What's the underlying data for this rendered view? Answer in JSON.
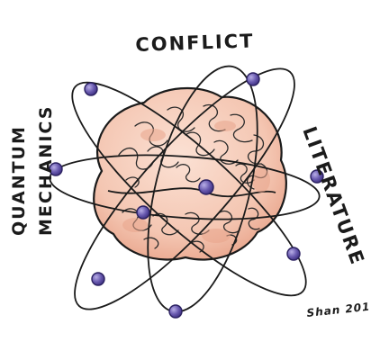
{
  "labels": {
    "top": "CONFLICT",
    "left_line1": "QUANTUM",
    "left_line2": "MECHANICS",
    "right": "LITERATURE"
  },
  "signature": "Shan 201",
  "colors": {
    "ink": "#1b1b1b",
    "brain_fill": "#f4c6b2",
    "brain_shadow": "#e9a58c",
    "electron": "#6a5bb0",
    "electron_light": "#9f93d6",
    "background": "#ffffff"
  }
}
